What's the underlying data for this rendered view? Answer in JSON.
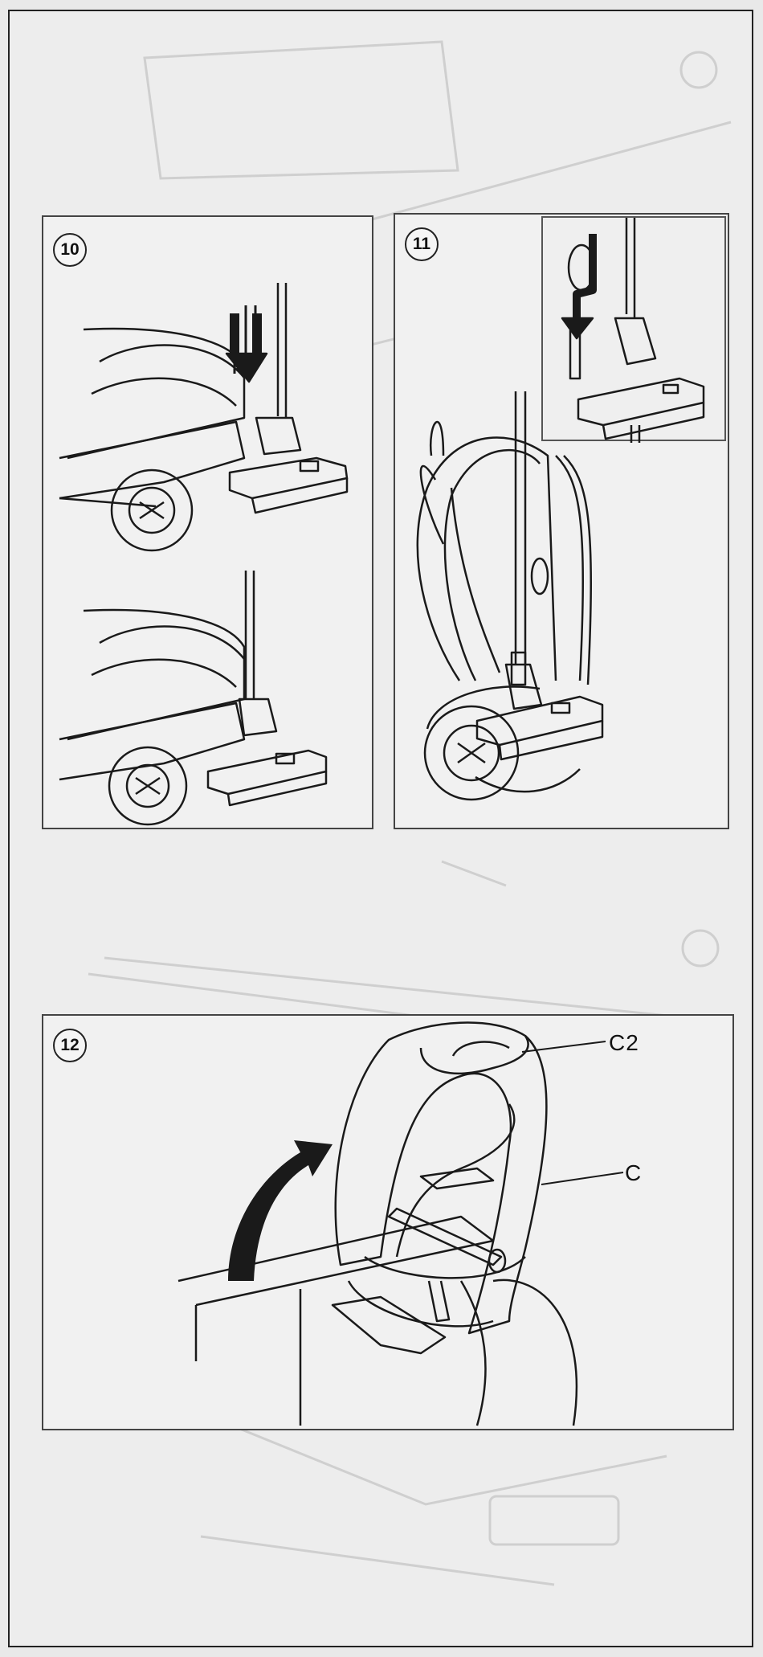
{
  "steps": {
    "s10": "10",
    "s11": "11",
    "s12": "12"
  },
  "labels": {
    "c2": "C2",
    "c": "C"
  }
}
